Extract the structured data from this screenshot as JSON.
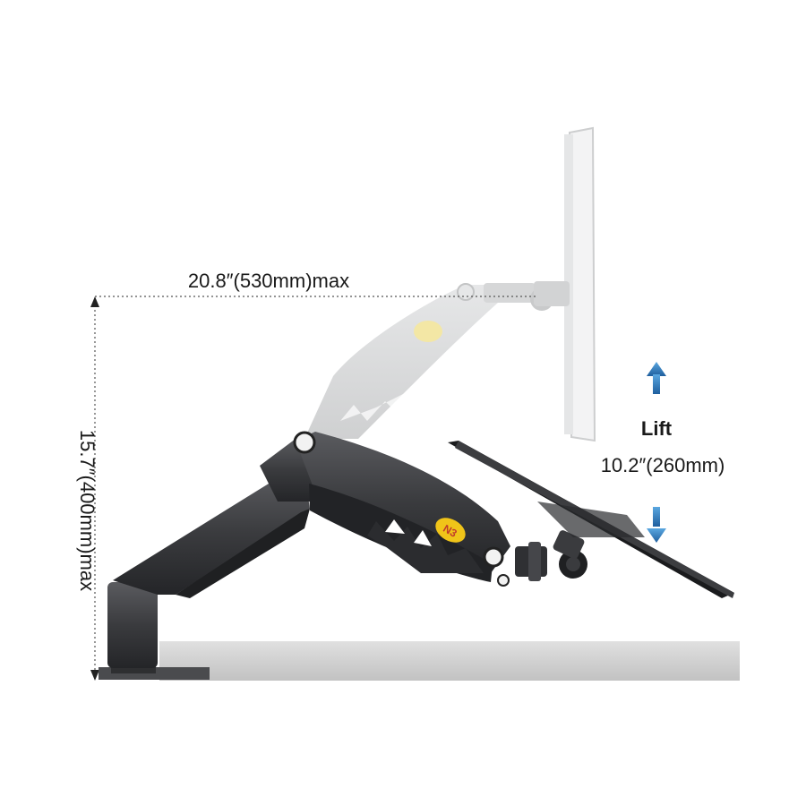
{
  "dimensions": {
    "horizontal_reach": "20.8″(530mm)max",
    "vertical_height": "15.7″(400mm)max",
    "lift_title": "Lift",
    "lift_value": "10.2″(260mm)"
  },
  "brand": {
    "badge_text": "N3"
  },
  "colors": {
    "arm_dark": "#3a3b3e",
    "arm_ghost": "#d9dadb",
    "arrow_blue": "#1f6fb5",
    "desk": "#c9c9c9"
  }
}
